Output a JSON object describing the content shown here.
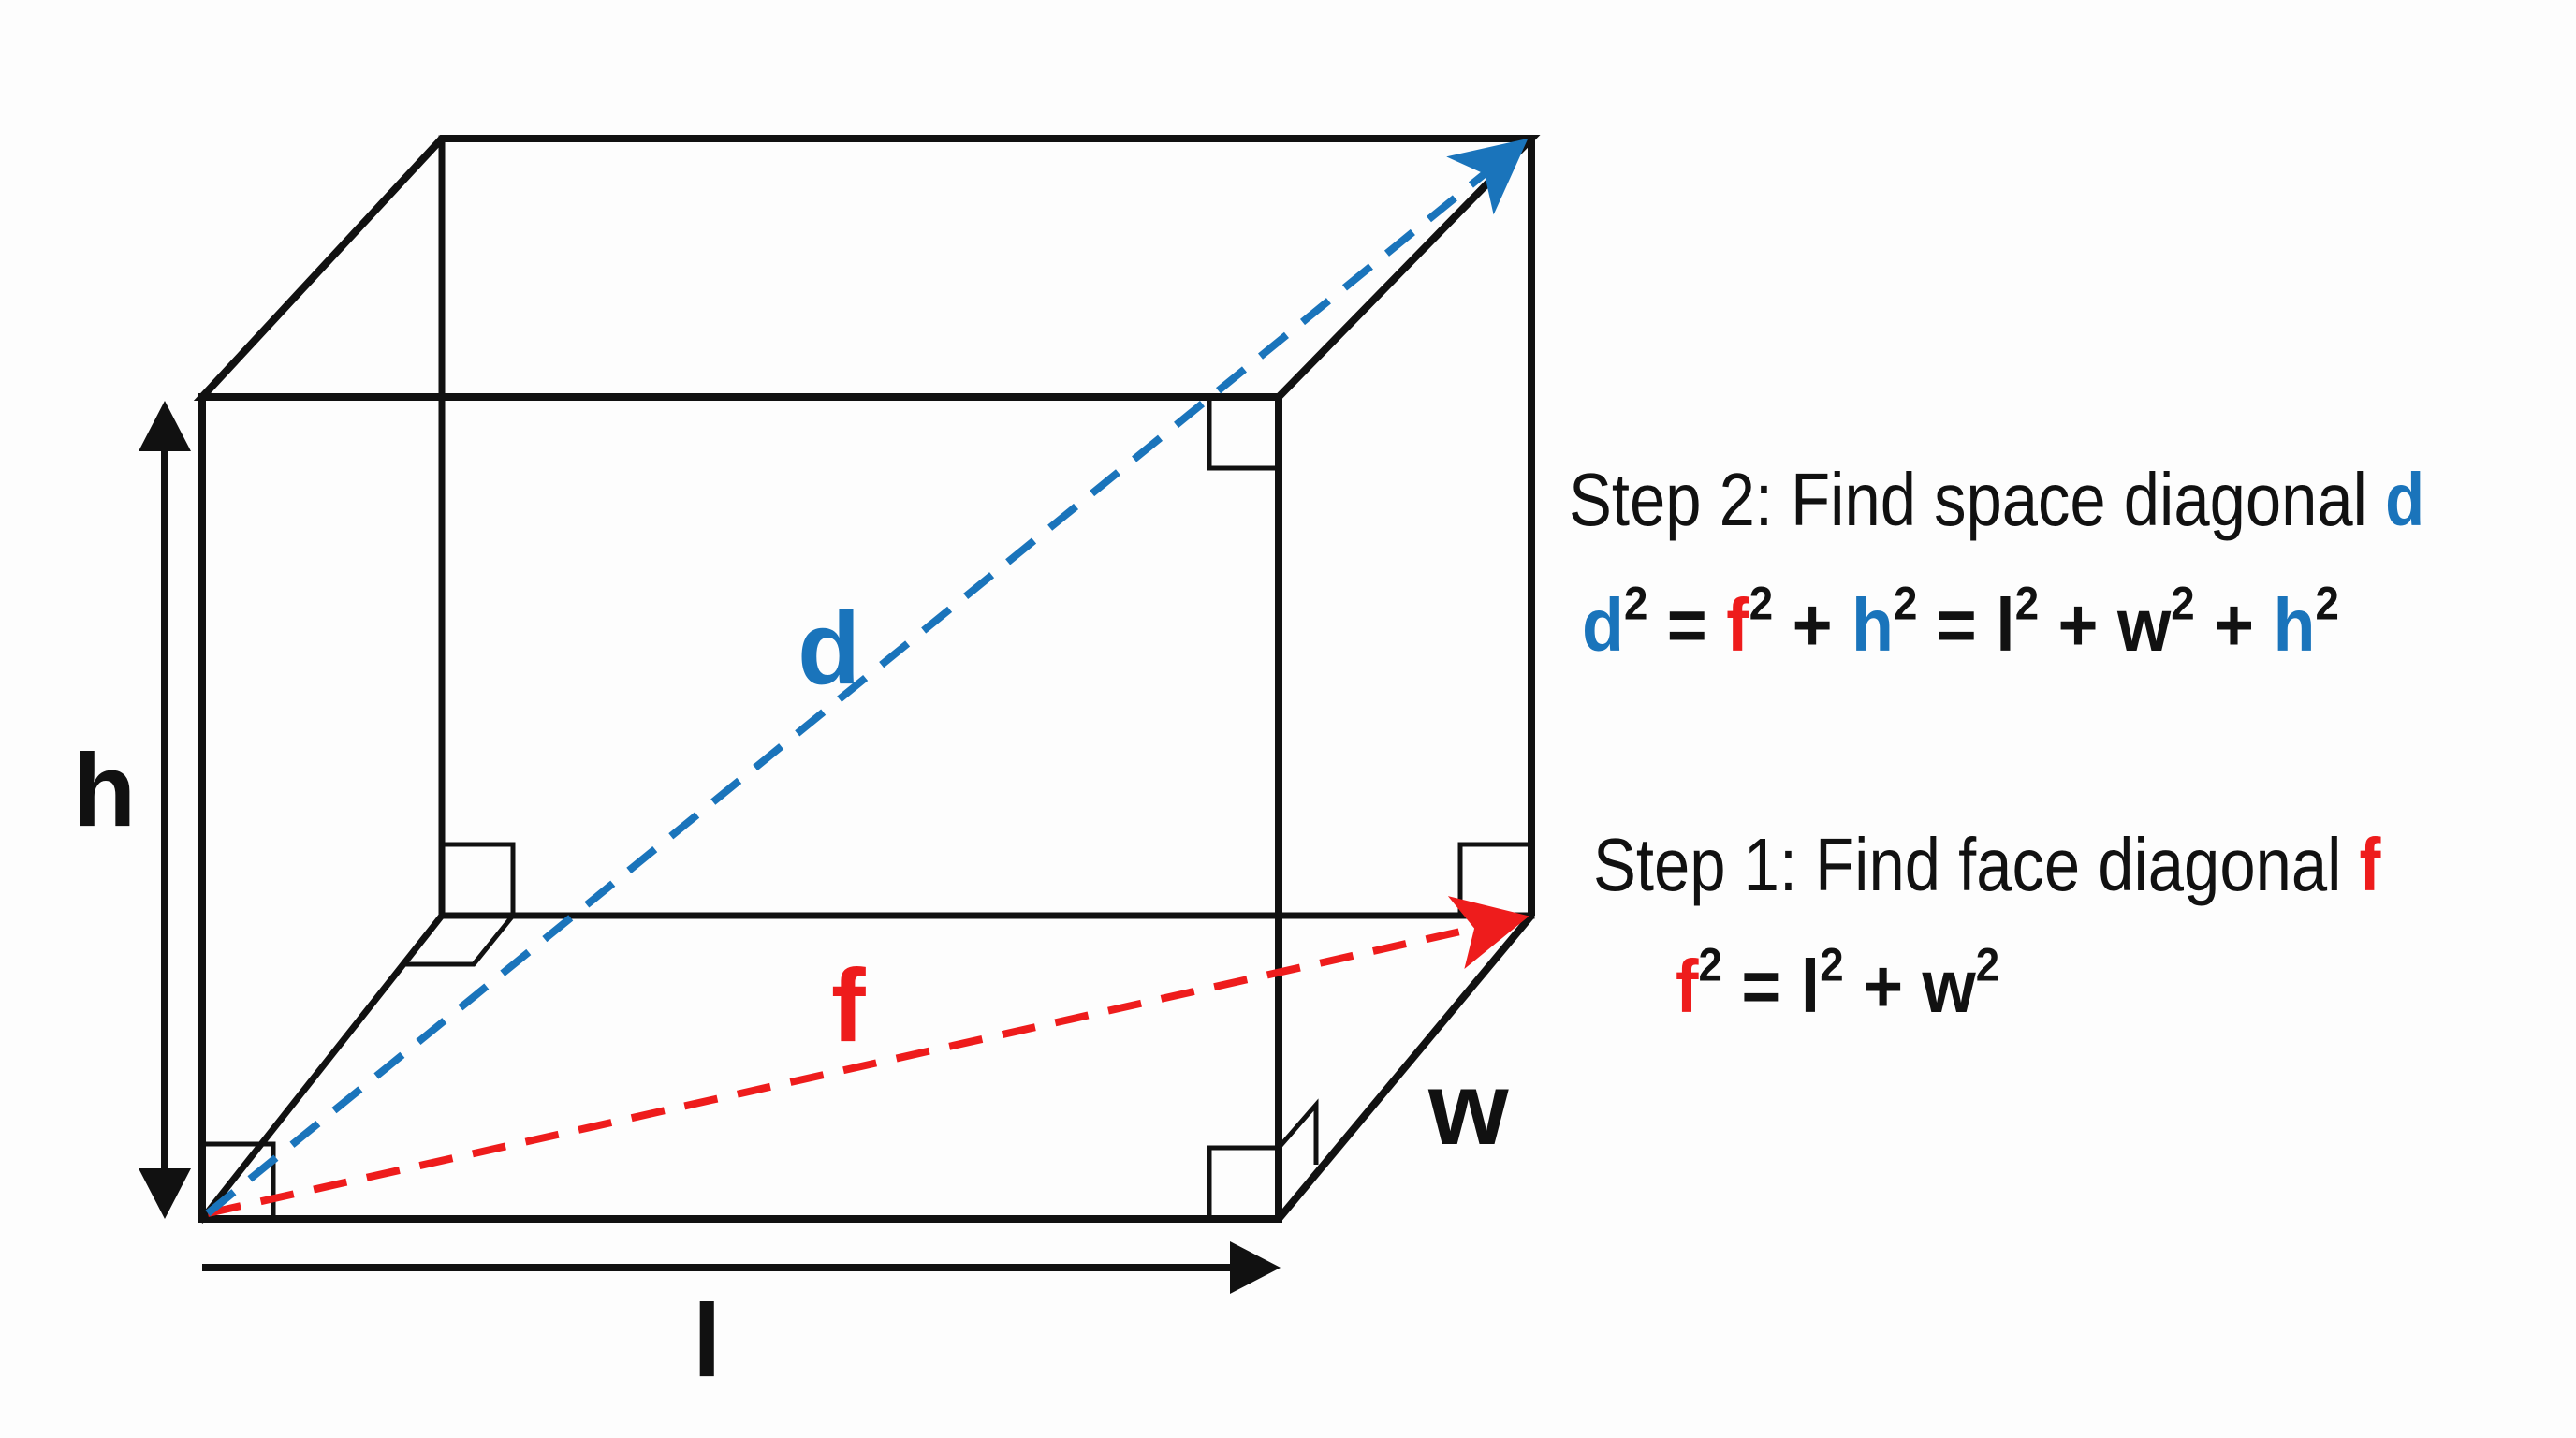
{
  "colors": {
    "edge": "#111111",
    "space_diagonal": "#1a74bb",
    "face_diagonal": "#ee1c1c",
    "background": "#fdfdfd"
  },
  "labels": {
    "height": "h",
    "length": "l",
    "width": "w",
    "space_diagonal": "d",
    "face_diagonal": "f"
  },
  "step2": {
    "title": "Step 2: Find space diagonal ",
    "title_var": "d",
    "equation": {
      "d": "d",
      "eq1": " = ",
      "f": "f",
      "plus1": " + ",
      "h1": "h",
      "eq2": " = ",
      "l": "l",
      "plus2": " + ",
      "w": "w",
      "plus3": " + ",
      "h2": "h",
      "exp": "2"
    }
  },
  "step1": {
    "title": "Step 1: Find face diagonal ",
    "title_var": "f",
    "equation": {
      "f": "f",
      "eq": " = ",
      "l": "l",
      "plus": " + ",
      "w": "w",
      "exp": "2"
    }
  }
}
